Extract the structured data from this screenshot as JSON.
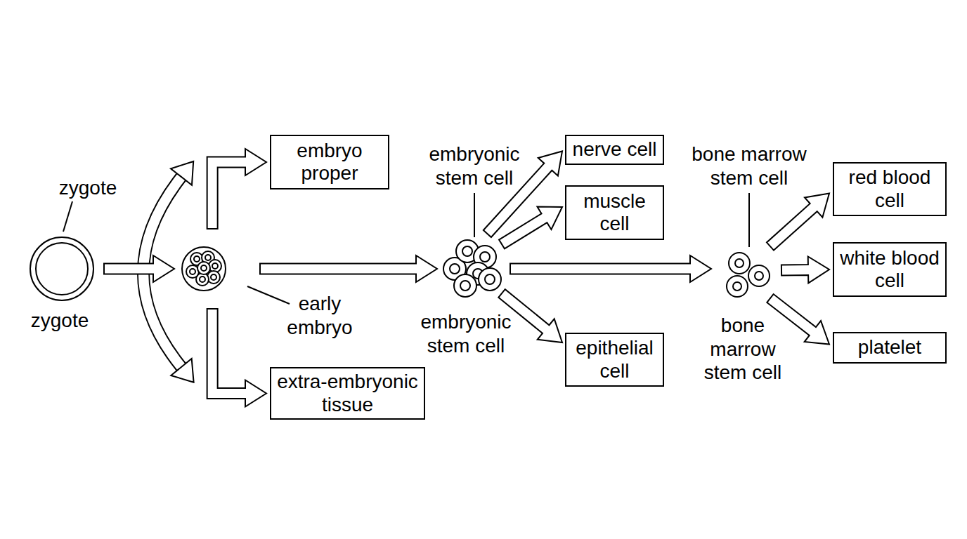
{
  "diagram": {
    "nodes": [
      {
        "text": [
          "zygote",
          "zygote"
        ]
      },
      {
        "text": [
          "embryo proper"
        ]
      },
      {
        "text": [
          "early embryo"
        ]
      },
      {
        "text": [
          "extra-embryonic tissue"
        ]
      },
      {
        "text": [
          "embryonic stem cell",
          "embryonic stem cell"
        ]
      },
      {
        "text": [
          "nerve cell"
        ]
      },
      {
        "text": [
          "muscle cell"
        ]
      },
      {
        "text": [
          "epithelial cell"
        ]
      },
      {
        "text": [
          "bone marrow stem cell",
          "bone marrow stem cell"
        ]
      },
      {
        "text": [
          "red blood cell"
        ]
      },
      {
        "text": [
          "white blood cell"
        ]
      },
      {
        "text": [
          "platelet"
        ]
      }
    ],
    "edges": [
      {
        "from": 0,
        "to": 2,
        "arrow": "to"
      },
      {
        "from": 2,
        "to": 1,
        "arrow": "to"
      },
      {
        "from": 2,
        "to": 3,
        "arrow": "to"
      },
      {
        "from": 2,
        "to": 4,
        "arrow": "to"
      },
      {
        "from": 4,
        "to": 5,
        "arrow": "to"
      },
      {
        "from": 4,
        "to": 6,
        "arrow": "to"
      },
      {
        "from": 4,
        "to": 7,
        "arrow": "to"
      },
      {
        "from": 4,
        "to": 8,
        "arrow": "to"
      },
      {
        "from": 8,
        "to": 9,
        "arrow": "to"
      },
      {
        "from": 8,
        "to": 10,
        "arrow": "to"
      },
      {
        "from": 8,
        "to": 11,
        "arrow": "to"
      }
    ]
  }
}
